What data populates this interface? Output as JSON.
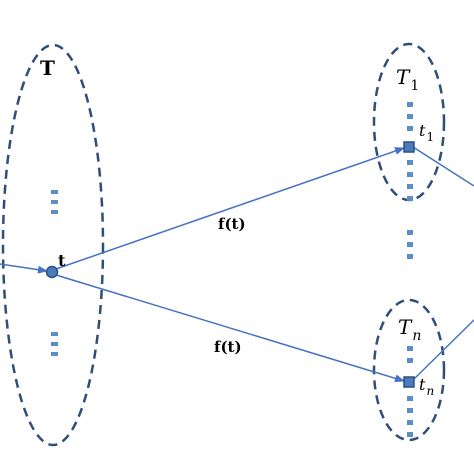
{
  "sets": {
    "source_label": "T",
    "target_1_label": "T",
    "target_1_subscript": "1",
    "target_n_label": "T",
    "target_n_subscript": "n"
  },
  "points": {
    "source_label": "t",
    "target_1_label": "t",
    "target_1_subscript": "1",
    "target_n_label": "t",
    "target_n_subscript": "n"
  },
  "edges": {
    "upper_label": "f(t)",
    "lower_label": "f(t)"
  },
  "colors": {
    "ellipse": "#2e4f7a",
    "dots": "#5b8ec9",
    "arrow": "#4472c4",
    "node_fill": "#4a7bbd",
    "text": "#000000"
  }
}
